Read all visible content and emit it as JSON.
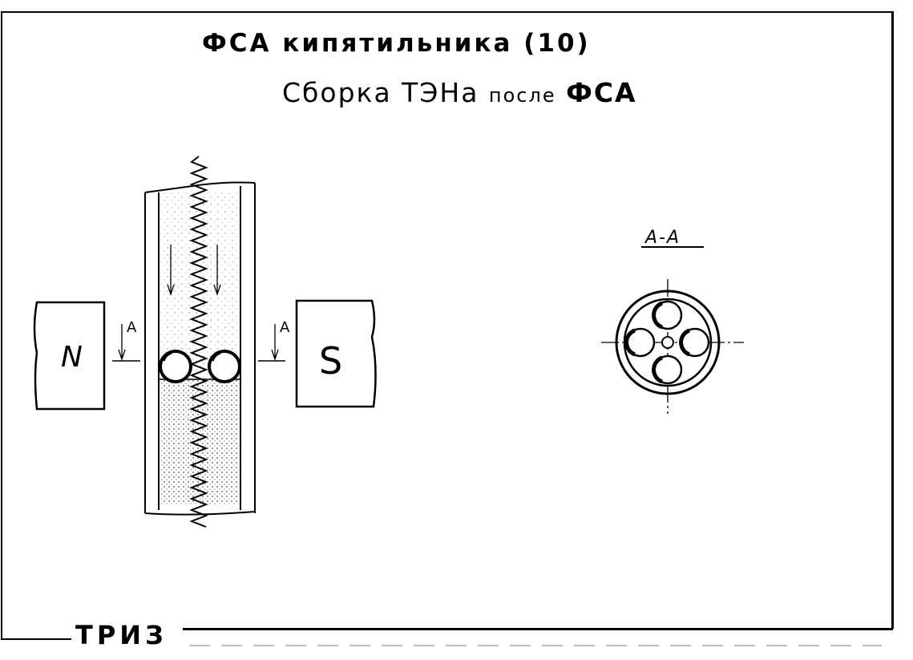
{
  "title": "ФСА  кипятильника (10)",
  "subtitle": {
    "part1": "Сборка ТЭНа",
    "part2": "после",
    "part3": "ФСА"
  },
  "section_label": "А-А",
  "magnet_north": "N",
  "magnet_south": "S",
  "cut_label_left": "А",
  "cut_label_right": "А",
  "footer": "ТРИЗ"
}
